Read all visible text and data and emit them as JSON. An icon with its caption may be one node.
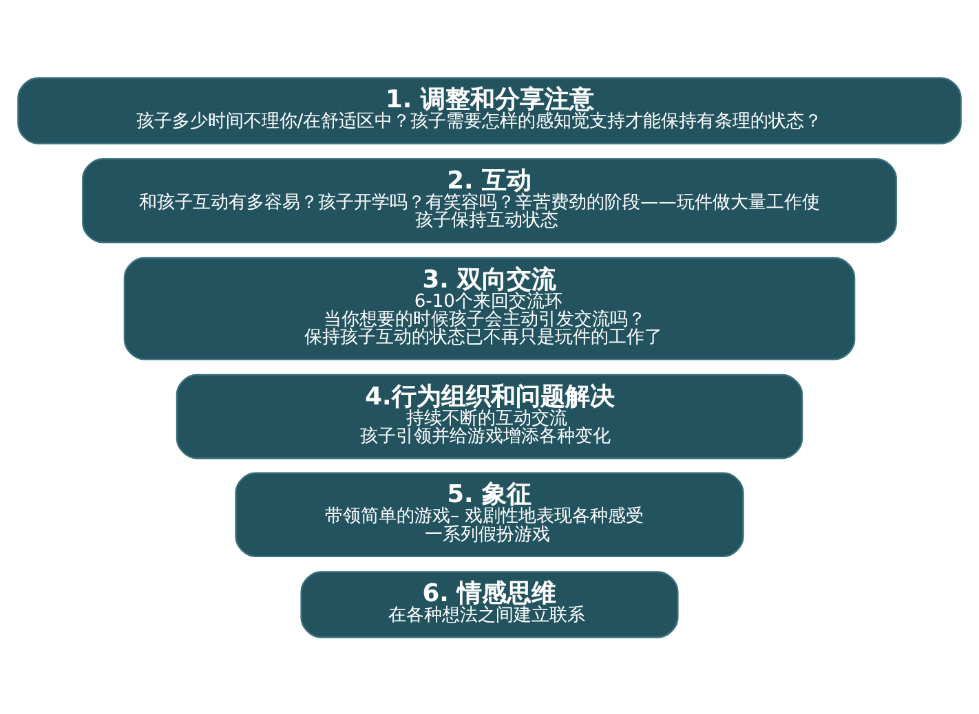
{
  "diagram": {
    "nodes": [
      {
        "text": [
          "6. 情感思维",
          "在各种想法之间建立联系"
        ]
      },
      {
        "text": [
          "5. 象征",
          "带领简单的游戏– 戏剧性地表现各种感受",
          "一系列假扮游戏"
        ]
      },
      {
        "text": [
          "4.行为组织和问题解决",
          "持续不断的互动交流",
          "孩子引领并给游戏增添各种变化"
        ]
      },
      {
        "text": [
          "3. 双向交流",
          "6-10个来回交流环",
          "当你想要的时候孩子会主动引发交流吗？",
          "保持孩子互动的状态已不再只是玩件的工作了"
        ]
      },
      {
        "text": [
          "2. 互动",
          "和孩子互动有多容易？孩子开学吗？有笑容吗？辛苦费劲的阶段——玩件做大量工作使孩子保持互动状态"
        ]
      },
      {
        "text": [
          "1. 调整和分享注意",
          "孩子多少时间不理你/在舒适区中？孩子需要怎样的感知觉支持才能保持有条理的状态？"
        ]
      }
    ],
    "edges": []
  }
}
